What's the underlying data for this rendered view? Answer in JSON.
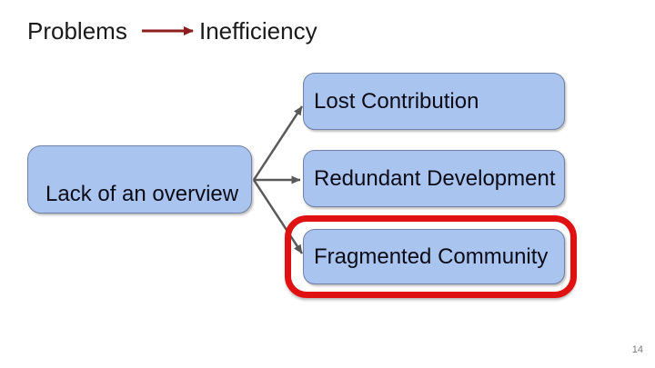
{
  "slide": {
    "title": "Problems",
    "subtitle": "Inefficiency",
    "page_number": "14"
  },
  "diagram": {
    "cause_box": {
      "label": "Lack of an overview"
    },
    "effect_boxes": [
      {
        "label": "Lost Contribution",
        "highlighted": false
      },
      {
        "label": "Redundant Development",
        "highlighted": false
      },
      {
        "label": "Fragmented Community",
        "highlighted": true
      }
    ],
    "connector_style": "arrow"
  },
  "icons": {
    "title_arrow": "right-arrow-icon",
    "connectors": "right-arrow-icon"
  },
  "colors": {
    "background": "#ffffff",
    "title_text": "#1a1a1a",
    "box_fill": "#a9c4ef",
    "box_border": "#7081a5",
    "box_text": "#0c0c18",
    "connector_gray": "#595959",
    "title_arrow_red": "#8e1d1d",
    "highlight_red": "#e01111",
    "page_number_gray": "#7a7a7a"
  }
}
